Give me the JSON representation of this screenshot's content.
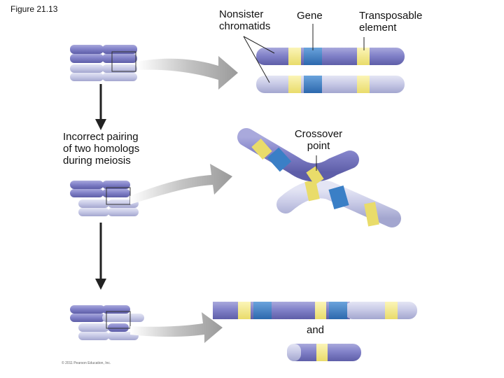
{
  "figure_label": "Figure 21.13",
  "labels": {
    "nonsister_chromatids": "Nonsister\nchromatids",
    "gene": "Gene",
    "transposable_element": "Transposable\nelement",
    "incorrect_pairing": "Incorrect pairing\nof two homologs\nduring meiosis",
    "crossover_point": "Crossover\npoint",
    "and": "and"
  },
  "copyright": "© 2011 Pearson Education, Inc.",
  "colors": {
    "dark_chromatid": "#8080c8",
    "light_chromatid": "#c8cae6",
    "gene": "#3a7fc6",
    "transposable_element": "#f5ec8a",
    "arrow_gray": "#a6a6a6"
  }
}
